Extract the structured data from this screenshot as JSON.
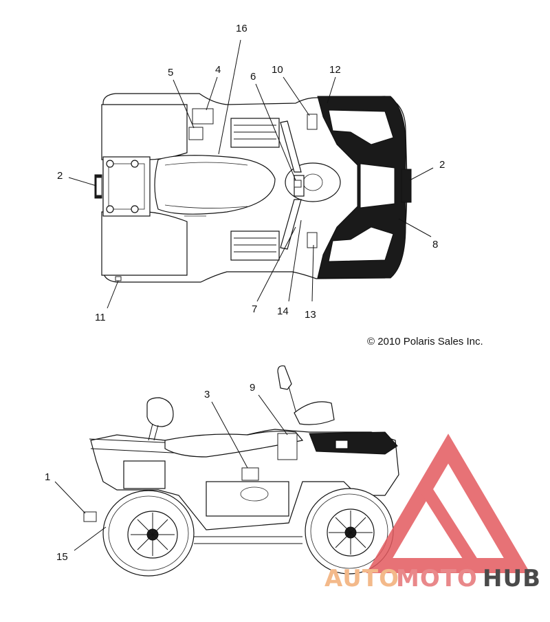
{
  "copyright": "© 2010 Polaris Sales Inc.",
  "callouts_top": [
    "16",
    "4",
    "5",
    "6",
    "10",
    "12",
    "2",
    "2",
    "8",
    "11",
    "7",
    "14",
    "13"
  ],
  "callouts_side": [
    "3",
    "9",
    "1",
    "15"
  ],
  "watermark": {
    "part1": "AUTO",
    "part2": "MOTO",
    "part3": "HUB",
    "colors": {
      "auto": "#f3b98a",
      "moto": "#e9888a",
      "hub": "#4a4a4a",
      "logo": "#e35a5f"
    }
  }
}
